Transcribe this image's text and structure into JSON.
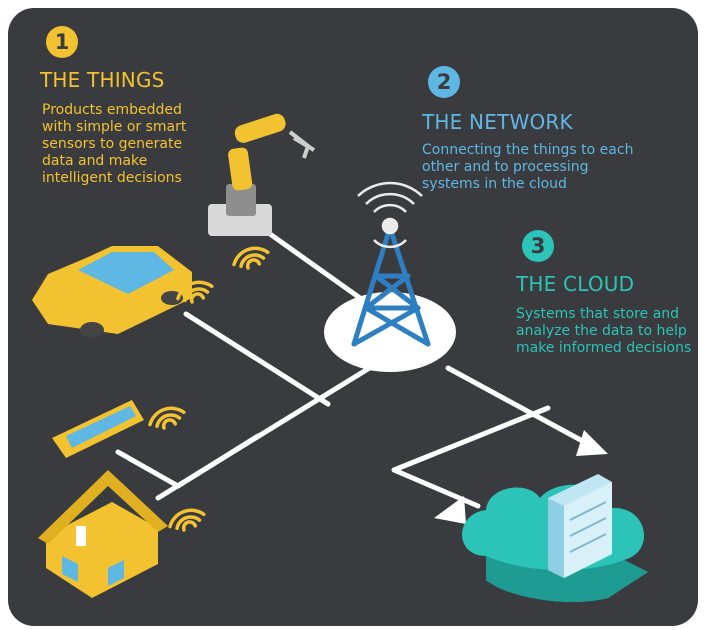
{
  "sections": [
    {
      "number": "1",
      "title": "THE THINGS",
      "description": "Products embedded with simple or smart sensors to generate data and make intelligent decisions"
    },
    {
      "number": "2",
      "title": "THE NETWORK",
      "description": "Connecting the things to each other and to processing systems in the cloud"
    },
    {
      "number": "3",
      "title": "THE CLOUD",
      "description": "Systems that store and analyze the data to help make informed decisions"
    }
  ],
  "colors": {
    "background": "#3a3b3e",
    "things_accent": "#f2c230",
    "network_accent": "#5fb7e4",
    "cloud_accent": "#2cc3b8",
    "links": "#ffffff"
  },
  "icons": [
    "robot-arm-icon",
    "car-icon",
    "smartphone-icon",
    "house-icon",
    "cell-tower-icon",
    "cloud-server-icon",
    "wifi-signal-icon"
  ]
}
